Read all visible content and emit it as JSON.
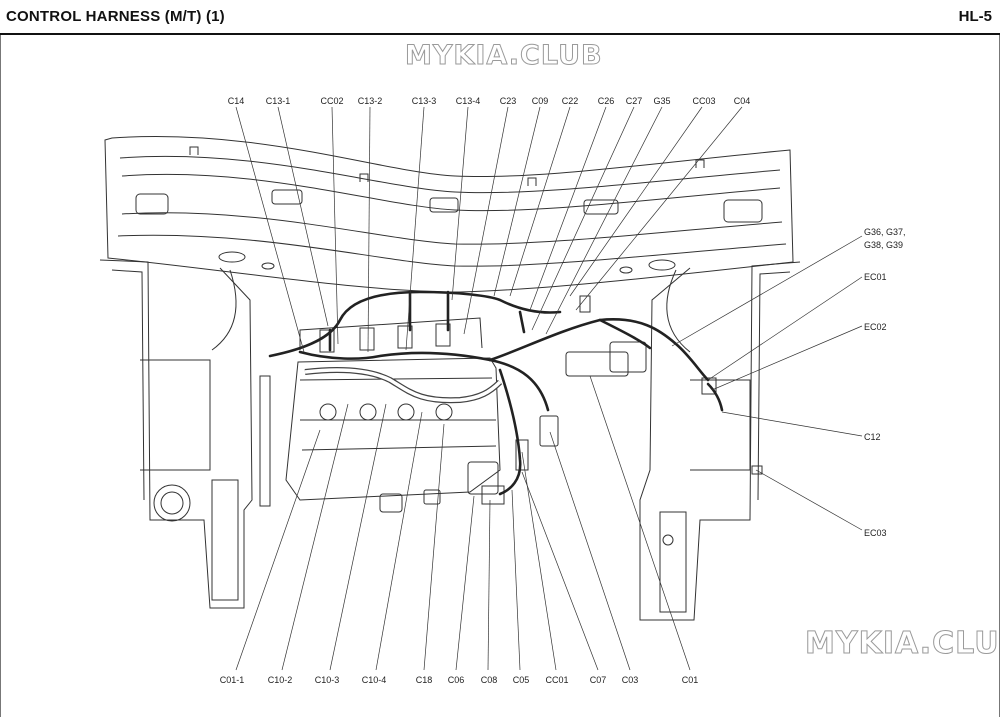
{
  "header": {
    "title": "CONTROL HARNESS (M/T) (1)",
    "page_id": "HL-5"
  },
  "watermarks": {
    "top": "MYKIA.CLUB",
    "bottom": "MYKIA.CLUB"
  },
  "labels": {
    "top": [
      "C14",
      "C13-1",
      "CC02",
      "C13-2",
      "C13-3",
      "C13-4",
      "C23",
      "C09",
      "C22",
      "C26",
      "C27",
      "G35",
      "CC03",
      "C04"
    ],
    "right": [
      "G36, G37,",
      "G38, G39",
      "EC01",
      "EC02",
      "C12",
      "EC03"
    ],
    "bottom": [
      "C01-1",
      "C10-2",
      "C10-3",
      "C10-4",
      "C18",
      "C06",
      "C08",
      "C05",
      "CC01",
      "C07",
      "C03",
      "C01"
    ]
  }
}
